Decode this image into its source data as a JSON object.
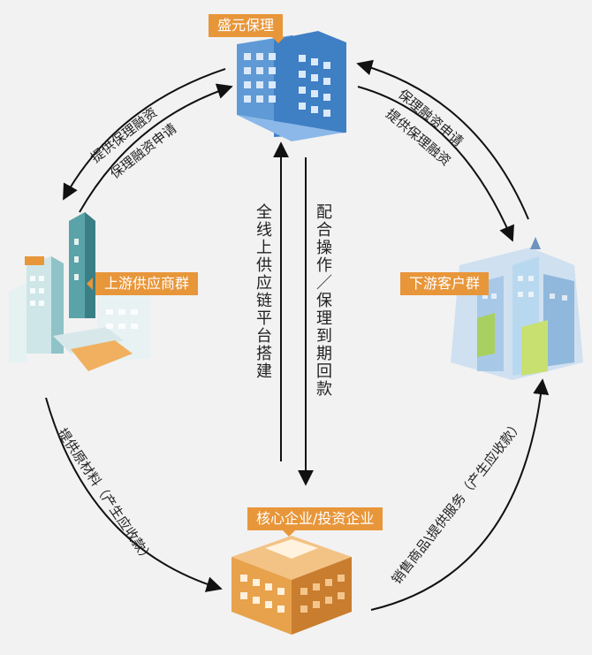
{
  "nodes": {
    "top": "盛元保理",
    "left": "上游供应商群",
    "right": "下游客户群",
    "bottom": "核心企业/投资企业"
  },
  "edges": {
    "top_left_outer": "提供保理融资",
    "top_left_inner": "保理融资申请",
    "top_right_outer": "保理融资申请",
    "top_right_inner": "提供保理融资",
    "left_bottom": "提供原材料（产生应收款）",
    "bottom_right": "销售商品\\提供服务（产生应收款）",
    "center_up": "全线上供应链平台搭建",
    "center_down": "配合操作／保理到期回款"
  },
  "colors": {
    "label_bg": "#e8963a",
    "arrow": "#111111",
    "background": "#f2f2f2",
    "top_building": "#3f7fc4",
    "bottom_building": "#e8a24b"
  }
}
